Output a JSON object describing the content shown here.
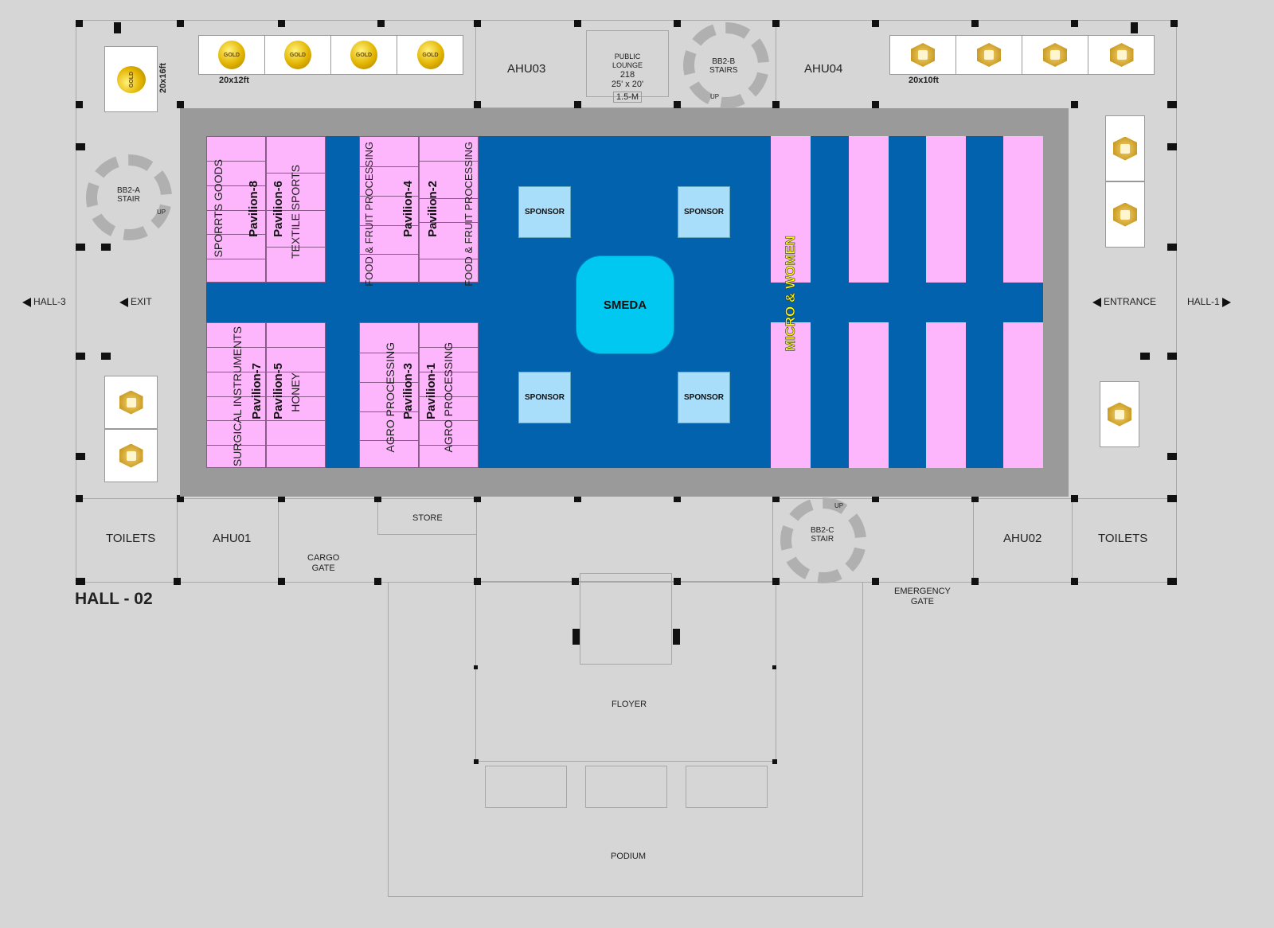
{
  "hall_title": "HALL - 02",
  "navigation": {
    "hall_3": "HALL-3",
    "exit": "EXIT",
    "entrance": "ENTRANCE",
    "hall_1": "HALL-1"
  },
  "rooms": {
    "ahu03": "AHU03",
    "ahu04": "AHU04",
    "ahu01": "AHU01",
    "ahu02": "AHU02",
    "toilets_left": "TOILETS",
    "toilets_right": "TOILETS",
    "store": "STORE",
    "cargo_gate": [
      "CARGO",
      "GATE"
    ],
    "emergency_gate": [
      "EMERGENCY",
      "GATE"
    ],
    "floyer": "FLOYER",
    "podium": "PODIUM",
    "public_lounge": {
      "line1": "PUBLIC",
      "line2": "LOUNGE",
      "number": "218",
      "size": "25' x 20'",
      "tag": "1.5-M"
    }
  },
  "stairs": {
    "a": {
      "name": "BB2-A",
      "type": "STAIR",
      "up": "UP"
    },
    "b": {
      "name": "BB2-B",
      "type": "STAIRS",
      "up": "UP"
    },
    "c": {
      "name": "BB2-C",
      "type": "STAIR",
      "up": "UP"
    }
  },
  "gold_booths": {
    "coin_label": "GOLD",
    "size_top": "20x12ft",
    "size_left": "20x16ft",
    "size_right": "20x10ft"
  },
  "pavilions": {
    "p8": {
      "name": "Pavilion-8",
      "category": "SPORRTS GOODS"
    },
    "p6": {
      "name": "Pavilion-6",
      "category": "TEXTILE SPORTS"
    },
    "p4": {
      "name": "Pavilion-4",
      "category": "FOOD & FRUIT PROCESSING"
    },
    "p2": {
      "name": "Pavilion-2",
      "category": "FOOD & FRUIT PROCESSING"
    },
    "p7": {
      "name": "Pavilion-7",
      "category": "SURGICAL INSTRUMENTS"
    },
    "p5": {
      "name": "Pavilion-5",
      "category": "HONEY"
    },
    "p3": {
      "name": "Pavilion-3",
      "category": "AGRO PROCESSING"
    },
    "p1": {
      "name": "Pavilion-1",
      "category": "AGRO PROCESSING"
    }
  },
  "sponsor_label": "SPONSOR",
  "center": "SMEDA",
  "micro_women": "MICRO & WOMEN",
  "colors": {
    "floor": "#0262ae",
    "booth": "#fdb6fb",
    "smeda": "#00c8f0",
    "sponsor": "#a8defa",
    "micro_text": "#ffff00"
  }
}
